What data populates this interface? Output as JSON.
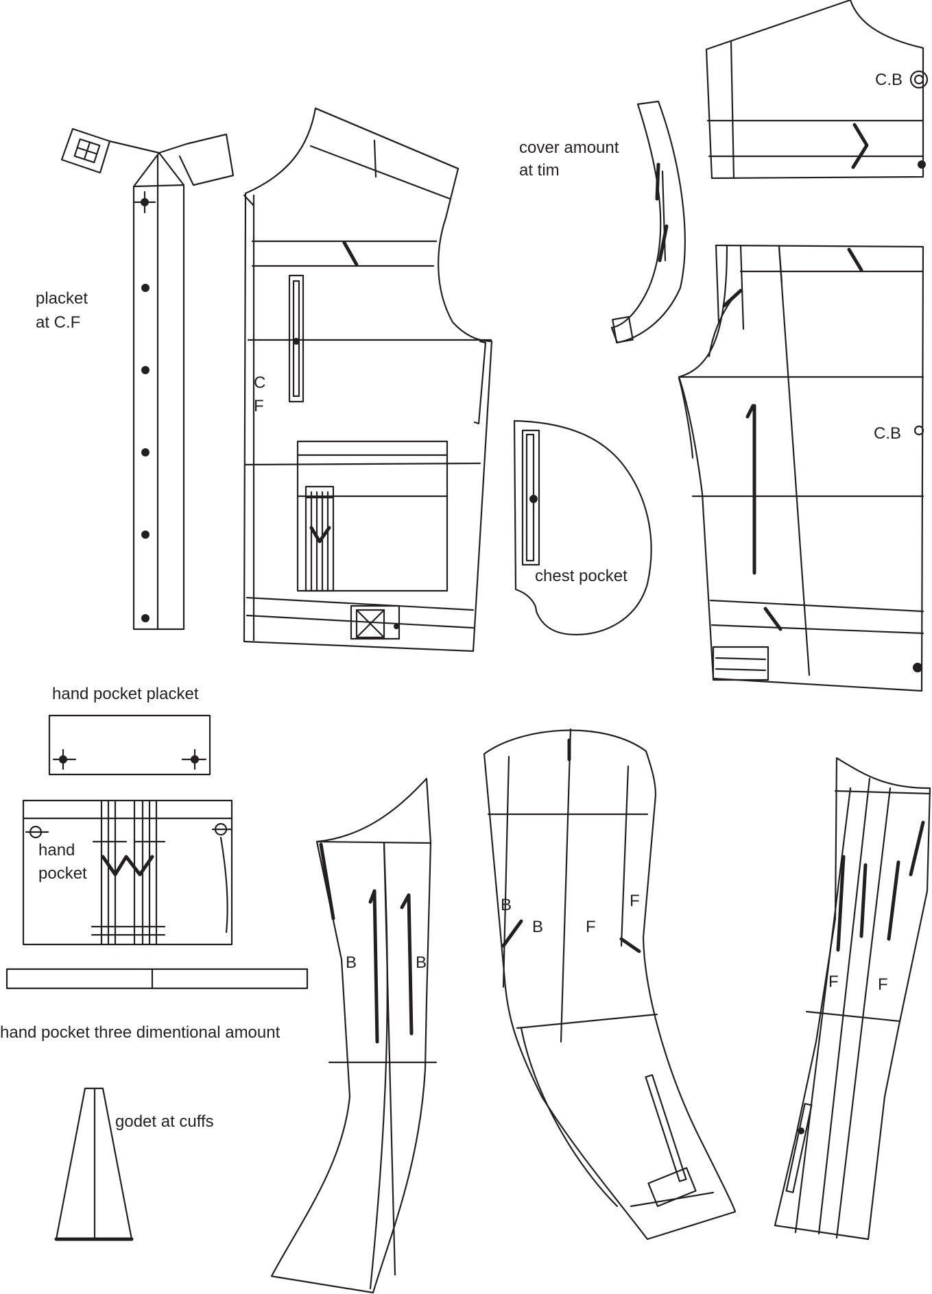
{
  "labels": {
    "placket": [
      "placket",
      "at C.F"
    ],
    "cf": [
      "C",
      "F"
    ],
    "cover_amount": [
      "cover amount",
      "at tim"
    ],
    "cb_top": "C.B",
    "cb_mid": "C.B",
    "chest_pocket": "chest pocket",
    "hand_pocket_placket": "hand pocket placket",
    "hand_pocket": [
      "hand",
      "pocket"
    ],
    "hand_pocket_3d": "hand pocket  three dimentional amount",
    "godet": "godet at cuffs",
    "sleeve_back_left": "B",
    "sleeve_back_right": "B",
    "sleeve_mid_b1": "B",
    "sleeve_mid_b2": "B",
    "sleeve_mid_f1": "F",
    "sleeve_mid_f2": "F",
    "sleeve_front_f1": "F",
    "sleeve_front_f2": "F"
  },
  "colors": {
    "line": "#231f20",
    "background": "#ffffff"
  }
}
